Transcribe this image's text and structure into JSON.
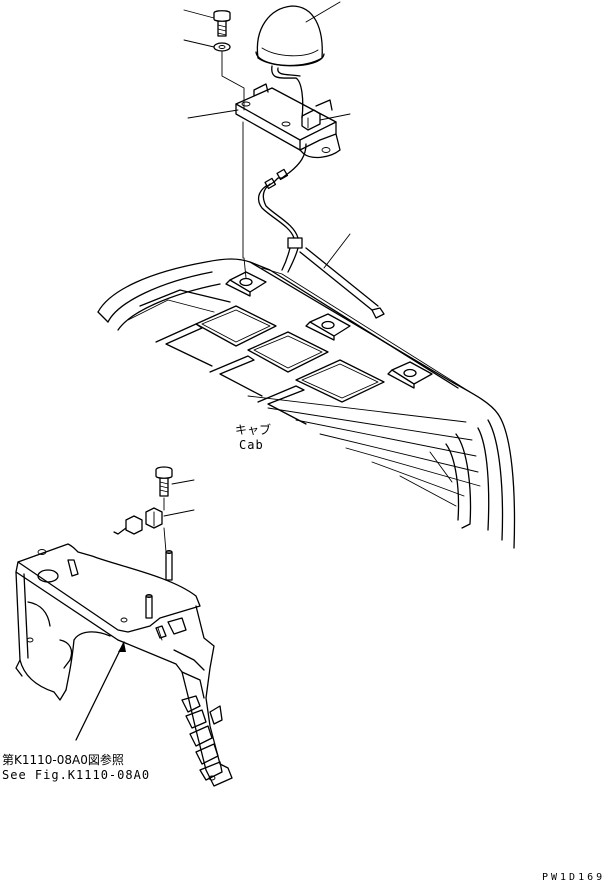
{
  "labels": {
    "cab_jp": "キャブ",
    "cab_en": "Cab",
    "ref_jp": "第K1110-08A0図参照",
    "ref_en": "See Fig.K1110-08A0"
  },
  "drawing_code": "PW1D169",
  "parts": [
    "beacon-lamp-icon",
    "bolt-icon",
    "washer-icon",
    "bracket-icon",
    "connector-icon",
    "harness-icon",
    "cab-roof-icon",
    "support-bracket-icon"
  ]
}
